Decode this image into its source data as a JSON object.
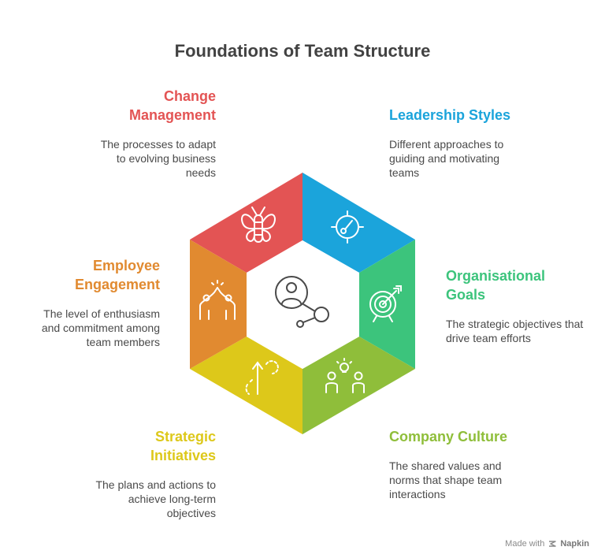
{
  "title": "Foundations of Team Structure",
  "segments": [
    {
      "key": "change",
      "heading": "Change Management",
      "description": "The processes to adapt to evolving business needs",
      "color": "#e35454",
      "icon": "butterfly-icon"
    },
    {
      "key": "leadership",
      "heading": "Leadership Styles",
      "description": "Different approaches to guiding and motivating teams",
      "color": "#1ba4db",
      "icon": "compass-icon"
    },
    {
      "key": "goals",
      "heading": "Organisational Goals",
      "description": "The strategic objectives that drive team efforts",
      "color": "#3cc47c",
      "icon": "target-arrow-icon"
    },
    {
      "key": "culture",
      "heading": "Company Culture",
      "description": "The shared values and norms that shape team interactions",
      "color": "#8fbe3a",
      "icon": "people-idea-icon"
    },
    {
      "key": "strategic",
      "heading": "Strategic Initiatives",
      "description": "The plans and actions to achieve long-term objectives",
      "color": "#ddc81a",
      "icon": "path-arrow-icon"
    },
    {
      "key": "engagement",
      "heading": "Employee Engagement",
      "description": "The level of enthusiasm and commitment among team members",
      "color": "#e18a30",
      "icon": "high-five-icon"
    }
  ],
  "center_icon": "team-network-icon",
  "footer": {
    "made_with": "Made with",
    "brand": "Napkin"
  }
}
